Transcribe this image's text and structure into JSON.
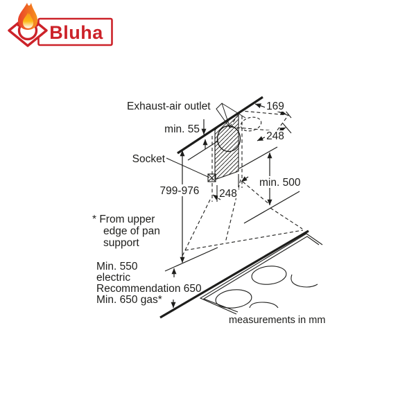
{
  "colors": {
    "accent": "#cc2229",
    "line-color": "#1d1d1b",
    "flame-red": "#e8402a",
    "flame-orange": "#f7941d",
    "flame-yellow": "#fcb815"
  },
  "logo": {
    "brand": "Bluha",
    "icons": [
      "flame-icon",
      "gas-burner-icon"
    ]
  },
  "diagram": {
    "labels": {
      "exhaust_air_outlet": "Exhaust-air outlet",
      "min_55": "min. 55",
      "dim_169": "169",
      "dim_248_top": "248",
      "socket": "Socket",
      "dim_799_976": "799-976",
      "dim_248_bottom": "248",
      "min_500": "min. 500"
    },
    "footnote": [
      "* From upper",
      "edge of pan",
      "support"
    ],
    "clearances": [
      "Min. 550",
      "electric",
      "Recommendation 650",
      "Min. 650 gas*"
    ],
    "units_note": "measurements in mm"
  }
}
